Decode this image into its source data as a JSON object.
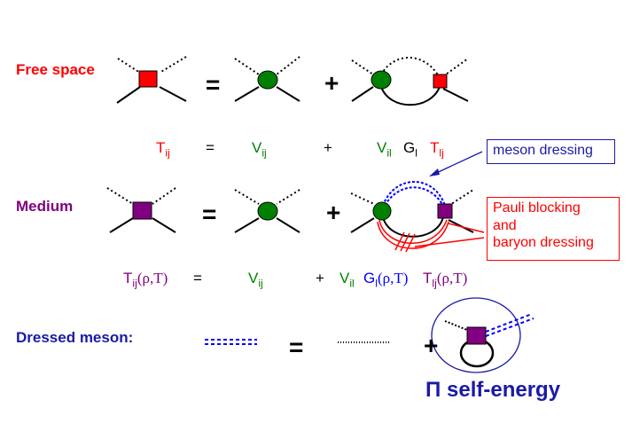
{
  "labels": {
    "free_space": "Free space",
    "medium": "Medium",
    "dressed_meson": "Dressed meson:"
  },
  "operators": {
    "equals": "=",
    "plus": "+"
  },
  "equations": {
    "free": {
      "T": "T",
      "ij": "ij",
      "V": "V",
      "il": "il",
      "G": "G",
      "l": "l",
      "lj": "lj"
    },
    "medium": {
      "T": "T",
      "ij": "ij",
      "rho_T": "(ρ,T)",
      "V": "V",
      "il": "il",
      "G": "G",
      "l": "l",
      "lj": "lj"
    }
  },
  "callouts": {
    "meson_dressing": "meson dressing",
    "pauli_line1": "Pauli blocking",
    "pauli_line2": "and",
    "pauli_line3": "baryon dressing"
  },
  "self_energy": {
    "symbol": "Π",
    "text": " self-energy"
  },
  "colors": {
    "red": "#ff0000",
    "green": "#008000",
    "purple": "#800080",
    "blue": "#0000ff",
    "dark_blue": "#1a1aa6",
    "black": "#000000"
  }
}
